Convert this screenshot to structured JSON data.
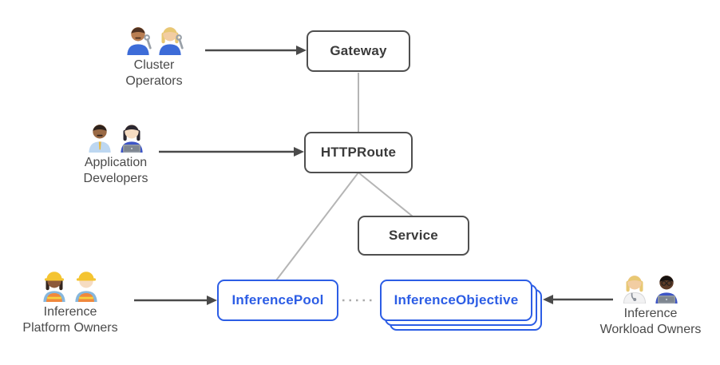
{
  "colors": {
    "blue": "#2c5de5",
    "box_border": "#4f4f4f",
    "box_text": "#3a3a3a",
    "wire": "#b5b5b5",
    "arrow": "#4a4a4a",
    "dotted": "#ababab",
    "ink": "#4a4a4a",
    "background": "#ffffff",
    "helmet_yellow": "#f4c431",
    "vest_orange": "#f0883c"
  },
  "diagram": {
    "nodes": {
      "gateway": {
        "label": "Gateway",
        "style": "gray"
      },
      "httproute": {
        "label": "HTTPRoute",
        "style": "gray"
      },
      "service": {
        "label": "Service",
        "style": "gray"
      },
      "inference_pool": {
        "label": "InferencePool",
        "style": "blue"
      },
      "inference_objective": {
        "label": "InferenceObjective",
        "style": "blue",
        "stack_layers": 3
      }
    },
    "actors": [
      {
        "id": "cluster-operators",
        "line1": "Cluster",
        "line2": "Operators",
        "icons": [
          {
            "name": "man-mechanic-emoji",
            "skin": "#b97e52",
            "hair": "short",
            "hairColor": "#4e3121",
            "shirt": "#3d6cd8",
            "accessory": "wrench",
            "mustache": true
          },
          {
            "name": "woman-mechanic-emoji",
            "skin": "#f2cda2",
            "hair": "long",
            "hairColor": "#e8c873",
            "shirt": "#3d6cd8",
            "accessory": "wrench"
          }
        ]
      },
      {
        "id": "application-developers",
        "line1": "Application",
        "line2": "Developers",
        "icons": [
          {
            "name": "man-office-worker-emoji",
            "skin": "#9a6a45",
            "hair": "short",
            "hairColor": "#2e221c",
            "shirt": "#bdd7f1",
            "accessory": "tie",
            "mustache": true
          },
          {
            "name": "woman-technologist-emoji",
            "skin": "#f6dcc2",
            "hair": "long",
            "hairColor": "#2b2730",
            "shirt": "#3d55c6",
            "accessory": "laptop"
          }
        ]
      },
      {
        "id": "inference-platform-owners",
        "line1": "Inference",
        "line2": "Platform Owners",
        "icons": [
          {
            "name": "woman-construction-worker-emoji",
            "skin": "#8d5a3b",
            "hair": "long",
            "hairColor": "#33251e",
            "shirt": "#86b7dd",
            "vest": true,
            "hat": "helmet"
          },
          {
            "name": "man-construction-worker-emoji",
            "skin": "#f6dcc2",
            "hair": "none",
            "hairColor": "#8a5a33",
            "shirt": "#86b7dd",
            "vest": true,
            "hat": "helmet"
          }
        ]
      },
      {
        "id": "inference-workload-owners",
        "line1": "Inference",
        "line2": "Workload Owners",
        "icons": [
          {
            "name": "health-worker-emoji",
            "skin": "#f2cda2",
            "hair": "long",
            "hairColor": "#e8c873",
            "shirt": "#f2f2f3",
            "outline": "#d8d8da",
            "accessory": "stethoscope"
          },
          {
            "name": "man-technologist-dark-emoji",
            "skin": "#5d3b27",
            "hair": "short",
            "hairColor": "#171210",
            "shirt": "#3d55c6",
            "accessory": "laptop",
            "glasses": true
          }
        ]
      }
    ],
    "edges": [
      {
        "from": "cluster-operators",
        "to": "gateway",
        "type": "arrow"
      },
      {
        "from": "application-developers",
        "to": "httproute",
        "type": "arrow"
      },
      {
        "from": "gateway",
        "to": "httproute",
        "type": "line"
      },
      {
        "from": "httproute",
        "to": "service",
        "type": "line"
      },
      {
        "from": "httproute",
        "to": "inference_pool",
        "type": "line"
      },
      {
        "from": "inference_pool",
        "to": "inference_objective",
        "type": "dotted"
      },
      {
        "from": "inference-platform-owners",
        "to": "inference_pool",
        "type": "arrow"
      },
      {
        "from": "inference-workload-owners",
        "to": "inference_objective",
        "type": "arrow"
      }
    ]
  }
}
